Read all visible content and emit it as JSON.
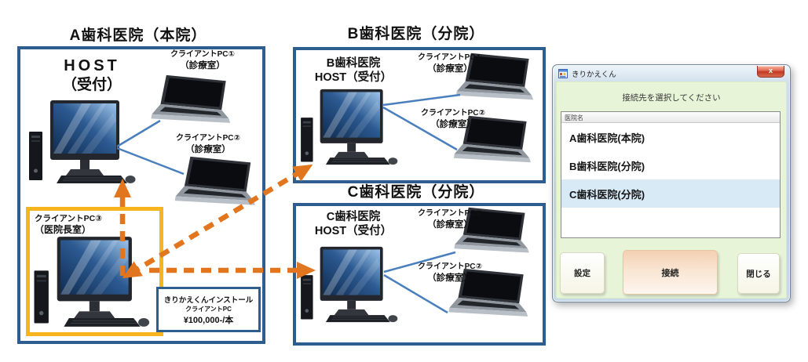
{
  "diagram": {
    "clinic_a": {
      "title": "A歯科医院（本院）",
      "host": {
        "line1": "HOST",
        "line2": "（受付）"
      },
      "client1": {
        "line1": "クライアントPC①",
        "line2": "（診療室）"
      },
      "client2": {
        "line1": "クライアントPC②",
        "line2": "（診療室）"
      },
      "client3": {
        "line1": "クライアントPC③",
        "line2": "（医院長室）"
      },
      "price_note": {
        "line1": "きりかえくんインストール",
        "line2": "クライアントPC",
        "line3": "¥100,000-/本"
      }
    },
    "clinic_b": {
      "title": "B歯科医院（分院）",
      "host": {
        "line1": "B歯科医院",
        "line2": "HOST（受付）"
      },
      "client1": {
        "line1": "クライアントPC①",
        "line2": "（診療室）"
      },
      "client2": {
        "line1": "クライアントPC②",
        "line2": "（診療室）"
      }
    },
    "clinic_c": {
      "title": "C歯科医院（分院）",
      "host": {
        "line1": "C歯科医院",
        "line2": "HOST（受付）"
      },
      "client1": {
        "line1": "クライアントPC①",
        "line2": "（診療室）"
      },
      "client2": {
        "line1": "クライアントPC②",
        "line2": "（診療室）"
      }
    },
    "colors": {
      "clinic_box_border": "#2e5d8f",
      "highlight_box_border": "#f6b51e",
      "arrow_orange": "#e2761e",
      "lan_line_blue": "#4a7fbe"
    }
  },
  "dialog": {
    "window_title": "きりかえくん",
    "close_glyph": "x",
    "instruction": "接続先を選択してください",
    "list": {
      "header": "医院名",
      "items": [
        {
          "label": "A歯科医院(本院)",
          "selected": false
        },
        {
          "label": "B歯科医院(分院)",
          "selected": false
        },
        {
          "label": "C歯科医院(分院)",
          "selected": true
        }
      ]
    },
    "buttons": {
      "settings": "設定",
      "connect": "接続",
      "close": "閉じる"
    }
  }
}
